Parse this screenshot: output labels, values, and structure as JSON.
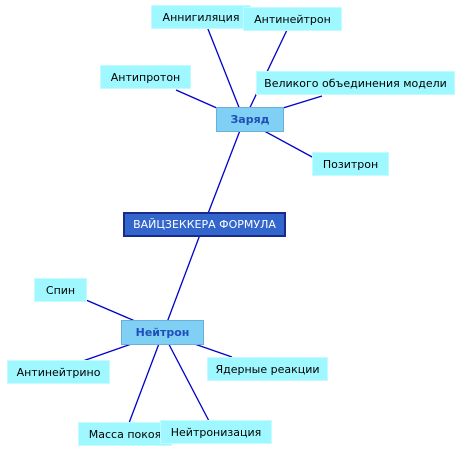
{
  "root": "ВАЙЦЗЕККЕРА ФОРМУЛА",
  "hubs": {
    "charge": "Заряд",
    "neutron": "Нейтрон"
  },
  "charge_children": {
    "annihilation": "Аннигиляция",
    "antineutron": "Антинейтрон",
    "antiproton": "Антипротон",
    "gut": "Великого объединения модели",
    "positron": "Позитрон"
  },
  "neutron_children": {
    "spin": "Спин",
    "antineutrino": "Антинейтрино",
    "nuclear_reactions": "Ядерные реакции",
    "rest_mass": "Масса покоя",
    "neutronization": "Нейтронизация"
  },
  "colors": {
    "edge": "#0000cc",
    "leaf_fill": "#9ff8ff",
    "hub_fill": "#80cff5",
    "root_fill": "#3366cc"
  }
}
